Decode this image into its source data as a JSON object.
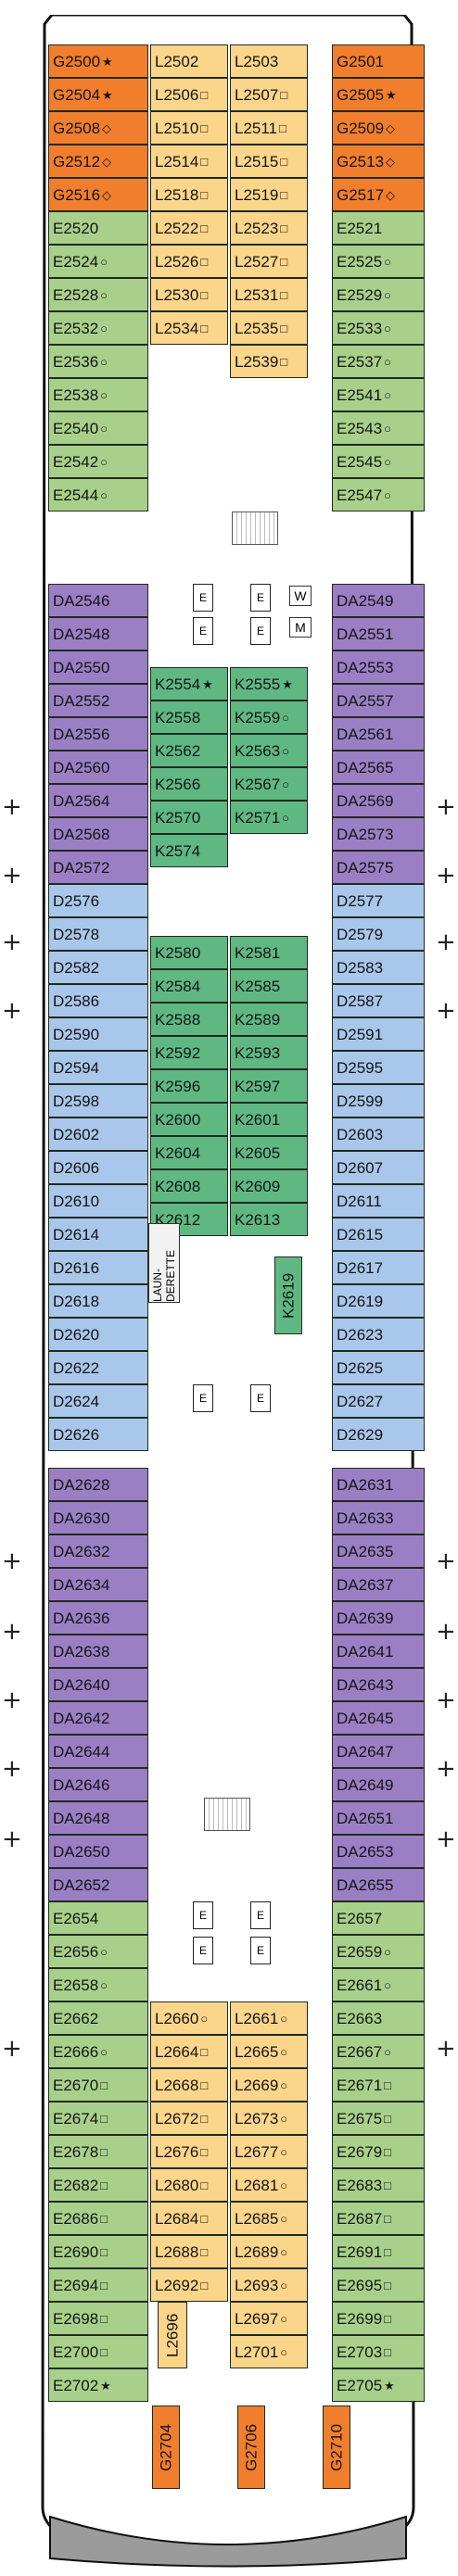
{
  "colors": {
    "G": "#f07e2c",
    "L": "#fbd589",
    "E": "#a8d08a",
    "DA": "#9b7fc4",
    "D": "#a9c7ea",
    "K": "#5fb882",
    "hull": "#111111",
    "stern": "#9b9b9b"
  },
  "icons": {
    "wheelchair": "accessible-icon",
    "sofa_bed": "sofa-bed-icon",
    "connecting": "connecting-icon",
    "pullman": "pullman-icon",
    "star": "star-icon"
  },
  "cabins": {
    "G_fore_left": [
      {
        "label": "G2500",
        "sym": "★"
      },
      {
        "label": "G2504",
        "sym": "★"
      },
      {
        "label": "G2508",
        "sym": "◇"
      },
      {
        "label": "G2512",
        "sym": "◇"
      },
      {
        "label": "G2516",
        "sym": "◇"
      }
    ],
    "G_fore_right": [
      {
        "label": "G2501",
        "sym": ""
      },
      {
        "label": "G2505",
        "sym": "★"
      },
      {
        "label": "G2509",
        "sym": "◇"
      },
      {
        "label": "G2513",
        "sym": "◇"
      },
      {
        "label": "G2517",
        "sym": "◇"
      }
    ],
    "L_fore_left": [
      {
        "label": "L2502",
        "sym": ""
      },
      {
        "label": "L2506",
        "sym": "□"
      },
      {
        "label": "L2510",
        "sym": "□"
      },
      {
        "label": "L2514",
        "sym": "□"
      },
      {
        "label": "L2518",
        "sym": "□"
      },
      {
        "label": "L2522",
        "sym": "□"
      },
      {
        "label": "L2526",
        "sym": "□"
      },
      {
        "label": "L2530",
        "sym": "□"
      },
      {
        "label": "L2534",
        "sym": "□"
      }
    ],
    "L_fore_right": [
      {
        "label": "L2503",
        "sym": ""
      },
      {
        "label": "L2507",
        "sym": "□"
      },
      {
        "label": "L2511",
        "sym": "□"
      },
      {
        "label": "L2515",
        "sym": "□"
      },
      {
        "label": "L2519",
        "sym": "□"
      },
      {
        "label": "L2523",
        "sym": "□"
      },
      {
        "label": "L2527",
        "sym": "□"
      },
      {
        "label": "L2531",
        "sym": "□"
      },
      {
        "label": "L2535",
        "sym": "□"
      },
      {
        "label": "L2539",
        "sym": "□"
      }
    ],
    "E_fore_left": [
      {
        "label": "E2520",
        "sym": ""
      },
      {
        "label": "E2524",
        "sym": "○"
      },
      {
        "label": "E2528",
        "sym": "○"
      },
      {
        "label": "E2532",
        "sym": "○"
      },
      {
        "label": "E2536",
        "sym": "○"
      },
      {
        "label": "E2538",
        "sym": "○"
      },
      {
        "label": "E2540",
        "sym": "○"
      },
      {
        "label": "E2542",
        "sym": "○"
      },
      {
        "label": "E2544",
        "sym": "○"
      }
    ],
    "E_fore_right": [
      {
        "label": "E2521",
        "sym": ""
      },
      {
        "label": "E2525",
        "sym": "○"
      },
      {
        "label": "E2529",
        "sym": "○"
      },
      {
        "label": "E2533",
        "sym": "○"
      },
      {
        "label": "E2537",
        "sym": "○"
      },
      {
        "label": "E2541",
        "sym": "○"
      },
      {
        "label": "E2543",
        "sym": "○"
      },
      {
        "label": "E2545",
        "sym": "○"
      },
      {
        "label": "E2547",
        "sym": "○"
      }
    ],
    "DA_fore_left": [
      {
        "label": "DA2546",
        "sym": ""
      },
      {
        "label": "DA2548",
        "sym": ""
      },
      {
        "label": "DA2550",
        "sym": ""
      },
      {
        "label": "DA2552",
        "sym": ""
      },
      {
        "label": "DA2556",
        "sym": ""
      },
      {
        "label": "DA2560",
        "sym": ""
      },
      {
        "label": "DA2564",
        "sym": ""
      },
      {
        "label": "DA2568",
        "sym": ""
      },
      {
        "label": "DA2572",
        "sym": ""
      }
    ],
    "DA_fore_right": [
      {
        "label": "DA2549",
        "sym": ""
      },
      {
        "label": "DA2551",
        "sym": ""
      },
      {
        "label": "DA2553",
        "sym": ""
      },
      {
        "label": "DA2557",
        "sym": ""
      },
      {
        "label": "DA2561",
        "sym": ""
      },
      {
        "label": "DA2565",
        "sym": ""
      },
      {
        "label": "DA2569",
        "sym": ""
      },
      {
        "label": "DA2573",
        "sym": ""
      },
      {
        "label": "DA2575",
        "sym": ""
      }
    ],
    "D_left": [
      {
        "label": "D2576",
        "sym": ""
      },
      {
        "label": "D2578",
        "sym": ""
      },
      {
        "label": "D2582",
        "sym": ""
      },
      {
        "label": "D2586",
        "sym": ""
      },
      {
        "label": "D2590",
        "sym": ""
      },
      {
        "label": "D2594",
        "sym": ""
      },
      {
        "label": "D2598",
        "sym": ""
      },
      {
        "label": "D2602",
        "sym": ""
      },
      {
        "label": "D2606",
        "sym": ""
      },
      {
        "label": "D2610",
        "sym": ""
      },
      {
        "label": "D2614",
        "sym": ""
      },
      {
        "label": "D2616",
        "sym": ""
      },
      {
        "label": "D2618",
        "sym": ""
      },
      {
        "label": "D2620",
        "sym": ""
      },
      {
        "label": "D2622",
        "sym": ""
      },
      {
        "label": "D2624",
        "sym": ""
      },
      {
        "label": "D2626",
        "sym": ""
      }
    ],
    "D_right": [
      {
        "label": "D2577",
        "sym": ""
      },
      {
        "label": "D2579",
        "sym": ""
      },
      {
        "label": "D2583",
        "sym": ""
      },
      {
        "label": "D2587",
        "sym": ""
      },
      {
        "label": "D2591",
        "sym": ""
      },
      {
        "label": "D2595",
        "sym": ""
      },
      {
        "label": "D2599",
        "sym": ""
      },
      {
        "label": "D2603",
        "sym": ""
      },
      {
        "label": "D2607",
        "sym": ""
      },
      {
        "label": "D2611",
        "sym": ""
      },
      {
        "label": "D2615",
        "sym": ""
      },
      {
        "label": "D2617",
        "sym": ""
      },
      {
        "label": "D2619",
        "sym": ""
      },
      {
        "label": "D2623",
        "sym": ""
      },
      {
        "label": "D2625",
        "sym": ""
      },
      {
        "label": "D2627",
        "sym": ""
      },
      {
        "label": "D2629",
        "sym": ""
      }
    ],
    "K_top_left": [
      {
        "label": "K2554",
        "sym": "★"
      },
      {
        "label": "K2558",
        "sym": ""
      },
      {
        "label": "K2562",
        "sym": ""
      },
      {
        "label": "K2566",
        "sym": ""
      },
      {
        "label": "K2570",
        "sym": ""
      },
      {
        "label": "K2574",
        "sym": ""
      }
    ],
    "K_top_right": [
      {
        "label": "K2555",
        "sym": "★"
      },
      {
        "label": "K2559",
        "sym": "○"
      },
      {
        "label": "K2563",
        "sym": "○"
      },
      {
        "label": "K2567",
        "sym": "○"
      },
      {
        "label": "K2571",
        "sym": "○"
      }
    ],
    "K_mid_left": [
      {
        "label": "K2580",
        "sym": ""
      },
      {
        "label": "K2584",
        "sym": ""
      },
      {
        "label": "K2588",
        "sym": ""
      },
      {
        "label": "K2592",
        "sym": ""
      },
      {
        "label": "K2596",
        "sym": ""
      },
      {
        "label": "K2600",
        "sym": ""
      },
      {
        "label": "K2604",
        "sym": ""
      },
      {
        "label": "K2608",
        "sym": ""
      },
      {
        "label": "K2612",
        "sym": ""
      }
    ],
    "K_mid_right": [
      {
        "label": "K2581",
        "sym": ""
      },
      {
        "label": "K2585",
        "sym": ""
      },
      {
        "label": "K2589",
        "sym": ""
      },
      {
        "label": "K2593",
        "sym": ""
      },
      {
        "label": "K2597",
        "sym": ""
      },
      {
        "label": "K2601",
        "sym": ""
      },
      {
        "label": "K2605",
        "sym": ""
      },
      {
        "label": "K2609",
        "sym": ""
      },
      {
        "label": "K2613",
        "sym": ""
      }
    ],
    "K_single": {
      "label": "K2619"
    },
    "DA_aft_left": [
      {
        "label": "DA2628",
        "sym": ""
      },
      {
        "label": "DA2630",
        "sym": ""
      },
      {
        "label": "DA2632",
        "sym": ""
      },
      {
        "label": "DA2634",
        "sym": ""
      },
      {
        "label": "DA2636",
        "sym": ""
      },
      {
        "label": "DA2638",
        "sym": ""
      },
      {
        "label": "DA2640",
        "sym": ""
      },
      {
        "label": "DA2642",
        "sym": ""
      },
      {
        "label": "DA2644",
        "sym": ""
      },
      {
        "label": "DA2646",
        "sym": ""
      },
      {
        "label": "DA2648",
        "sym": ""
      },
      {
        "label": "DA2650",
        "sym": ""
      },
      {
        "label": "DA2652",
        "sym": ""
      }
    ],
    "DA_aft_right": [
      {
        "label": "DA2631",
        "sym": ""
      },
      {
        "label": "DA2633",
        "sym": ""
      },
      {
        "label": "DA2635",
        "sym": ""
      },
      {
        "label": "DA2637",
        "sym": ""
      },
      {
        "label": "DA2639",
        "sym": ""
      },
      {
        "label": "DA2641",
        "sym": ""
      },
      {
        "label": "DA2643",
        "sym": ""
      },
      {
        "label": "DA2645",
        "sym": ""
      },
      {
        "label": "DA2647",
        "sym": ""
      },
      {
        "label": "DA2649",
        "sym": ""
      },
      {
        "label": "DA2651",
        "sym": ""
      },
      {
        "label": "DA2653",
        "sym": ""
      },
      {
        "label": "DA2655",
        "sym": ""
      }
    ],
    "E_aft_left": [
      {
        "label": "E2654",
        "sym": ""
      },
      {
        "label": "E2656",
        "sym": "○"
      },
      {
        "label": "E2658",
        "sym": "○"
      },
      {
        "label": "E2662",
        "sym": ""
      },
      {
        "label": "E2666",
        "sym": "○"
      },
      {
        "label": "E2670",
        "sym": "□"
      },
      {
        "label": "E2674",
        "sym": "□"
      },
      {
        "label": "E2678",
        "sym": "□"
      },
      {
        "label": "E2682",
        "sym": "□"
      },
      {
        "label": "E2686",
        "sym": "□"
      },
      {
        "label": "E2690",
        "sym": "□"
      },
      {
        "label": "E2694",
        "sym": "□"
      },
      {
        "label": "E2698",
        "sym": "□"
      },
      {
        "label": "E2700",
        "sym": "□"
      },
      {
        "label": "E2702",
        "sym": "★"
      }
    ],
    "E_aft_right": [
      {
        "label": "E2657",
        "sym": ""
      },
      {
        "label": "E2659",
        "sym": "○"
      },
      {
        "label": "E2661",
        "sym": "○"
      },
      {
        "label": "E2663",
        "sym": ""
      },
      {
        "label": "E2667",
        "sym": "○"
      },
      {
        "label": "E2671",
        "sym": "□"
      },
      {
        "label": "E2675",
        "sym": "□"
      },
      {
        "label": "E2679",
        "sym": "□"
      },
      {
        "label": "E2683",
        "sym": "□"
      },
      {
        "label": "E2687",
        "sym": "□"
      },
      {
        "label": "E2691",
        "sym": "□"
      },
      {
        "label": "E2695",
        "sym": "□"
      },
      {
        "label": "E2699",
        "sym": "□"
      },
      {
        "label": "E2703",
        "sym": "□"
      },
      {
        "label": "E2705",
        "sym": "★"
      }
    ],
    "L_aft_left": [
      {
        "label": "L2660",
        "sym": "○"
      },
      {
        "label": "L2664",
        "sym": "□"
      },
      {
        "label": "L2668",
        "sym": "□"
      },
      {
        "label": "L2672",
        "sym": "□"
      },
      {
        "label": "L2676",
        "sym": "□"
      },
      {
        "label": "L2680",
        "sym": "□"
      },
      {
        "label": "L2684",
        "sym": "□"
      },
      {
        "label": "L2688",
        "sym": "□"
      },
      {
        "label": "L2692",
        "sym": "□"
      }
    ],
    "L_aft_right": [
      {
        "label": "L2661",
        "sym": "○"
      },
      {
        "label": "L2665",
        "sym": "○"
      },
      {
        "label": "L2669",
        "sym": "○"
      },
      {
        "label": "L2673",
        "sym": "○"
      },
      {
        "label": "L2677",
        "sym": "○"
      },
      {
        "label": "L2681",
        "sym": "○"
      },
      {
        "label": "L2685",
        "sym": "○"
      },
      {
        "label": "L2689",
        "sym": "○"
      },
      {
        "label": "L2693",
        "sym": "○"
      },
      {
        "label": "L2697",
        "sym": "○"
      },
      {
        "label": "L2701",
        "sym": "○"
      }
    ],
    "L_single": {
      "label": "L2696"
    },
    "G_aft": [
      {
        "label": "G2704"
      },
      {
        "label": "G2706"
      },
      {
        "label": "G2710"
      }
    ]
  },
  "facilities": {
    "launderette": "LAUN-DERETTE",
    "lift_letter": "E",
    "washroom_w": "W",
    "washroom_m": "M"
  }
}
